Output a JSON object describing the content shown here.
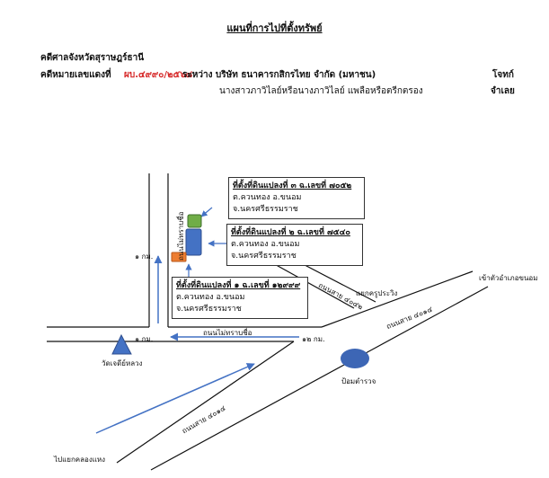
{
  "header": {
    "title": "แผนที่การไปที่ตั้งทรัพย์",
    "court": "คดีศาลจังหวัดสุราษฎร์ธานี",
    "case_label": "คดีหมายเลขแดงที่",
    "case_number": "ผบ.๔๙๙๐/๒๕๖๘",
    "parties": "ระหว่าง บริษัท ธนาคารกสิกรไทย จำกัด (มหาชน)",
    "plaintiff_label": "โจทก์",
    "defendant": "นางสาวภาวิไลย์หรือนางภาวิไลย์ แพลือหรือตรีกตรอง",
    "defendant_label": "จำเลย"
  },
  "map": {
    "plot3": {
      "line1": "ที่ตั้งที่ดินแปลงที่ ๓ ฉ.เลขที่ ๗๐๕๒",
      "line2": "ต.ควนทอง อ.ขนอม จ.นครศรีธรรมราช"
    },
    "plot2": {
      "line1": "ที่ตั้งที่ดินแปลงที่ ๒ ฉ.เลขที่ ๗๕๔๐",
      "line2": "ต.ควนทอง อ.ขนอม จ.นครศรีธรรมราช"
    },
    "plot1": {
      "line1": "ที่ตั้งที่ดินแปลงที่ ๑ ฉ.เลขที่ ๑๒๙๙๙",
      "line2": "ต.ควนทอง อ.ขนอม จ.นครศรีธรรมราช"
    },
    "vertical_road": "ถนนไม่ทราบชื่อ",
    "dist_1km_top": "๑ กม.",
    "dist_1km_bottom": "๑ กม.",
    "dist_12km": "๑๒ กม.",
    "unnamed_road": "ถนนไม่ทราบชื่อ",
    "road_4042": "ถนนสาย ๔๐๔๒",
    "junction_label": "แยกครูประวิง",
    "road_4014_upper": "ถนนสาย ๔๐๑๔",
    "road_4014_lower": "ถนนสาย ๔๐๑๔",
    "to_khanom": "เข้าตัวอำเภอขนอม",
    "temple": "วัดเจดีย์หลวง",
    "police_box": "ป้อมตำรวจ",
    "to_klong_haeng": "ไปแยกคลองแหง"
  },
  "colors": {
    "road": "#111111",
    "arrow": "#4472c4",
    "plot_green": "#70ad47",
    "plot_blue": "#4472c4",
    "plot_orange": "#ed7d31",
    "police_blue": "#3d66b5",
    "temple_blue": "#4472c4",
    "case_red": "#d62828"
  }
}
